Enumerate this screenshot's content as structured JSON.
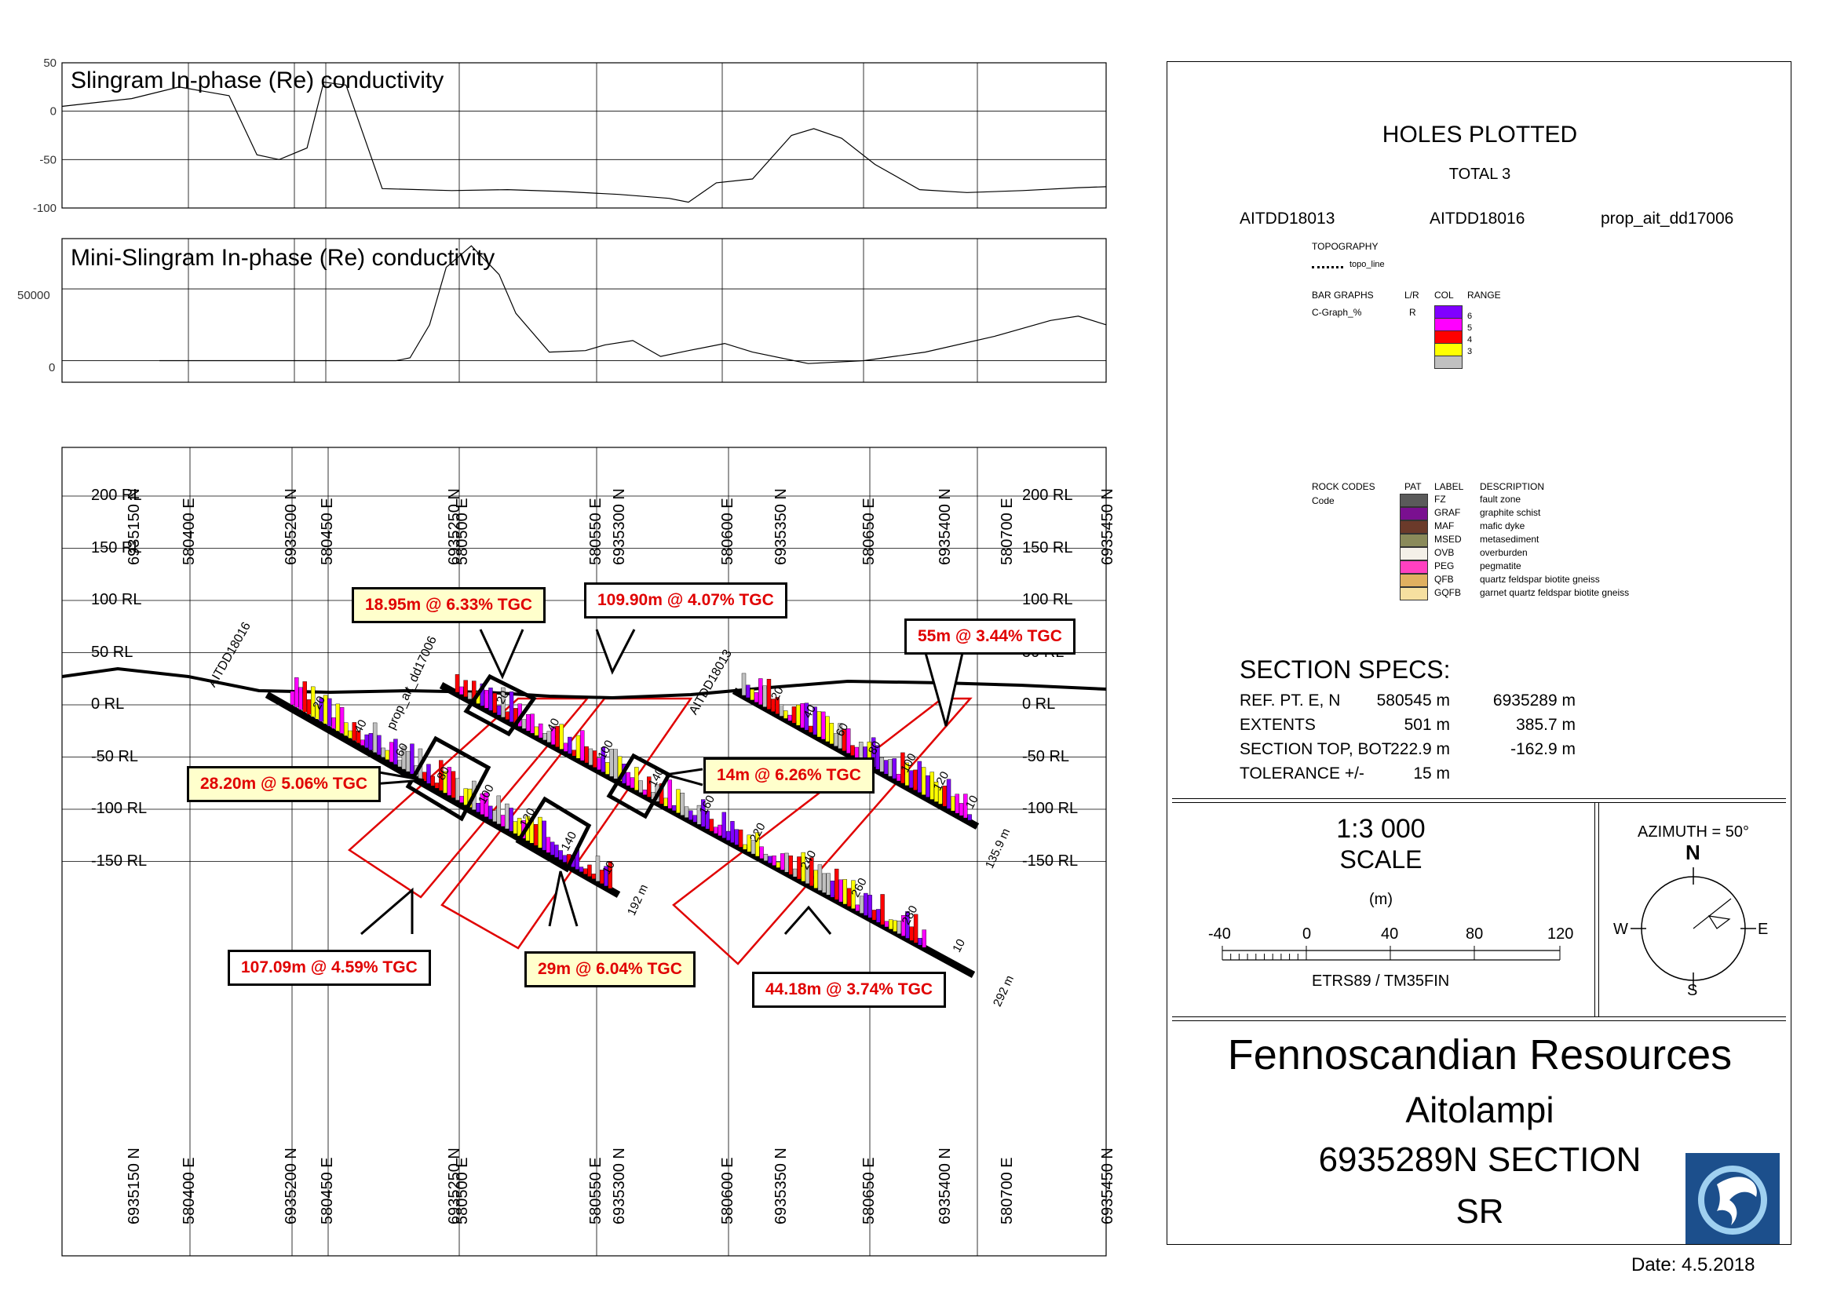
{
  "charts": {
    "slingram": {
      "title": "Slingram In-phase (Re) conductivity",
      "ticks": [
        "50",
        "0",
        "-50",
        "-100"
      ],
      "ylim": [
        -100,
        50
      ]
    },
    "mini_slingram": {
      "title": "Mini-Slingram In-phase (Re) conductivity",
      "ticks": [
        "50000",
        "0"
      ]
    }
  },
  "chart_data": [
    {
      "type": "line",
      "title": "Slingram In-phase (Re) conductivity",
      "xlabel": "",
      "ylabel": "",
      "xlim": [
        580380,
        580755
      ],
      "ylim": [
        -100,
        50
      ],
      "x": [
        580380,
        580405,
        580422,
        580440,
        580450,
        580458,
        580468,
        580474,
        580482,
        580495,
        580520,
        580540,
        580560,
        580580,
        580598,
        580605,
        580615,
        580628,
        580642,
        580650,
        580660,
        580672,
        580688,
        580705,
        580725,
        580745,
        580755
      ],
      "y": [
        5,
        13,
        25,
        16,
        -45,
        -50,
        -38,
        30,
        27,
        -80,
        -82,
        -81,
        -83,
        -86,
        -90,
        -94,
        -74,
        -70,
        -25,
        -18,
        -28,
        -55,
        -81,
        -84,
        -82,
        -79,
        -78
      ]
    },
    {
      "type": "line",
      "title": "Mini-Slingram In-phase (Re) conductivity",
      "xlabel": "",
      "ylabel": "",
      "xlim": [
        580380,
        580755
      ],
      "ylim": [
        -15000,
        85000
      ],
      "x": [
        580415,
        580450,
        580480,
        580500,
        580505,
        580512,
        580518,
        580527,
        580537,
        580543,
        580555,
        580568,
        580575,
        580585,
        580595,
        580605,
        580618,
        580628,
        580648,
        580668,
        580690,
        580715,
        580735,
        580745,
        580755
      ],
      "y": [
        0,
        0,
        0,
        0,
        2000,
        25000,
        65000,
        80000,
        60000,
        33000,
        6000,
        7000,
        11000,
        14000,
        3000,
        7000,
        12000,
        6000,
        -2000,
        0,
        6000,
        17000,
        28000,
        31000,
        25000
      ]
    }
  ],
  "section": {
    "rl_labels": [
      "200 RL",
      "150 RL",
      "100 RL",
      "50 RL",
      "0 RL",
      "-50 RL",
      "-100 RL",
      "-150 RL"
    ],
    "rl_values": [
      200,
      150,
      100,
      50,
      0,
      -50,
      -100,
      -150
    ],
    "east_labels": [
      "580400 E",
      "580450 E",
      "580500 E",
      "580550 E",
      "580600 E",
      "580650 E",
      "580700 E"
    ],
    "north_labels": [
      "6935150 N",
      "6935200 N",
      "6935250 N",
      "6935300 N",
      "6935350 N",
      "6935400 N",
      "6935450 N"
    ],
    "holes": [
      {
        "name": "AITDD18016",
        "depth_label": "192 m",
        "ticks": [
          "20",
          "40",
          "60",
          "80",
          "100",
          "120",
          "140",
          "10"
        ]
      },
      {
        "name": "prop_ait_dd17006",
        "depth_label": "292 m",
        "ticks": [
          "20",
          "40",
          "100",
          "140",
          "160",
          "220",
          "240",
          "260",
          "280",
          "10"
        ]
      },
      {
        "name": "AITDD18013",
        "depth_label": "135.9 m",
        "ticks": [
          "20",
          "40",
          "60",
          "80",
          "100",
          "120",
          "10"
        ]
      }
    ],
    "intercepts": [
      "18.95m @ 6.33% TGC",
      "109.90m @ 4.07% TGC",
      "55m @ 3.44% TGC",
      "28.20m @ 5.06% TGC",
      "14m @ 6.26% TGC",
      "107.09m @ 4.59% TGC",
      "29m @ 6.04% TGC",
      "44.18m @ 3.74% TGC"
    ]
  },
  "legend": {
    "title": "HOLES PLOTTED",
    "total": "TOTAL 3",
    "holes": [
      "AITDD18013",
      "AITDD18016",
      "prop_ait_dd17006"
    ],
    "topography_label": "TOPOGRAPHY",
    "topo_line": "topo_line",
    "bar_graphs": {
      "label": "BAR GRAPHS",
      "lr": "L/R",
      "col": "COL",
      "range": "RANGE",
      "name": "C-Graph_%",
      "side": "R",
      "ranges": [
        "6",
        "5",
        "4",
        "3"
      ],
      "colors": [
        "#8000ff",
        "#ff00ff",
        "#ff0000",
        "#ffff00",
        "#c0c0c0"
      ]
    },
    "rock_codes": {
      "header": [
        "ROCK CODES",
        "PAT",
        "LABEL",
        "DESCRIPTION"
      ],
      "code": "Code",
      "rows": [
        {
          "label": "FZ",
          "desc": "fault zone",
          "color": "#5a5a5a"
        },
        {
          "label": "GRAF",
          "desc": "graphite schist",
          "color": "#7a1090"
        },
        {
          "label": "MAF",
          "desc": "mafic dyke",
          "color": "#6b3a2a"
        },
        {
          "label": "MSED",
          "desc": "metasediment",
          "color": "#8a8a5a"
        },
        {
          "label": "OVB",
          "desc": "overburden",
          "color": "#f4f0e8"
        },
        {
          "label": "PEG",
          "desc": "pegmatite",
          "color": "#ff40c0"
        },
        {
          "label": "QFB",
          "desc": "quartz feldspar biotite gneiss",
          "color": "#e0b060"
        },
        {
          "label": "GQFB",
          "desc": "garnet quartz feldspar biotite gneiss",
          "color": "#f6e0a0"
        }
      ]
    }
  },
  "specs": {
    "title": "SECTION  SPECS:",
    "rows": [
      {
        "label": "REF. PT.  E, N",
        "v1": "580545 m",
        "v2": "6935289 m"
      },
      {
        "label": "EXTENTS",
        "v1": "501 m",
        "v2": "385.7 m"
      },
      {
        "label": "SECTION TOP, BOT",
        "v1": "222.9 m",
        "v2": "-162.9 m"
      },
      {
        "label": "TOLERANCE  +/-",
        "v1": "15 m",
        "v2": ""
      }
    ]
  },
  "scale": {
    "ratio": "1:3 000",
    "word": "SCALE",
    "unit": "(m)",
    "ticks": [
      "-40",
      "0",
      "40",
      "80",
      "120"
    ],
    "crs": "ETRS89 / TM35FIN"
  },
  "azimuth": {
    "label": "AZIMUTH = 50°",
    "n": "N",
    "e": "E",
    "s": "S",
    "w": "W"
  },
  "title_block": {
    "company": "Fennoscandian Resources",
    "project": "Aitolampi",
    "section": "6935289N  SECTION",
    "sr": "SR",
    "date": "Date: 4.5.2018"
  }
}
